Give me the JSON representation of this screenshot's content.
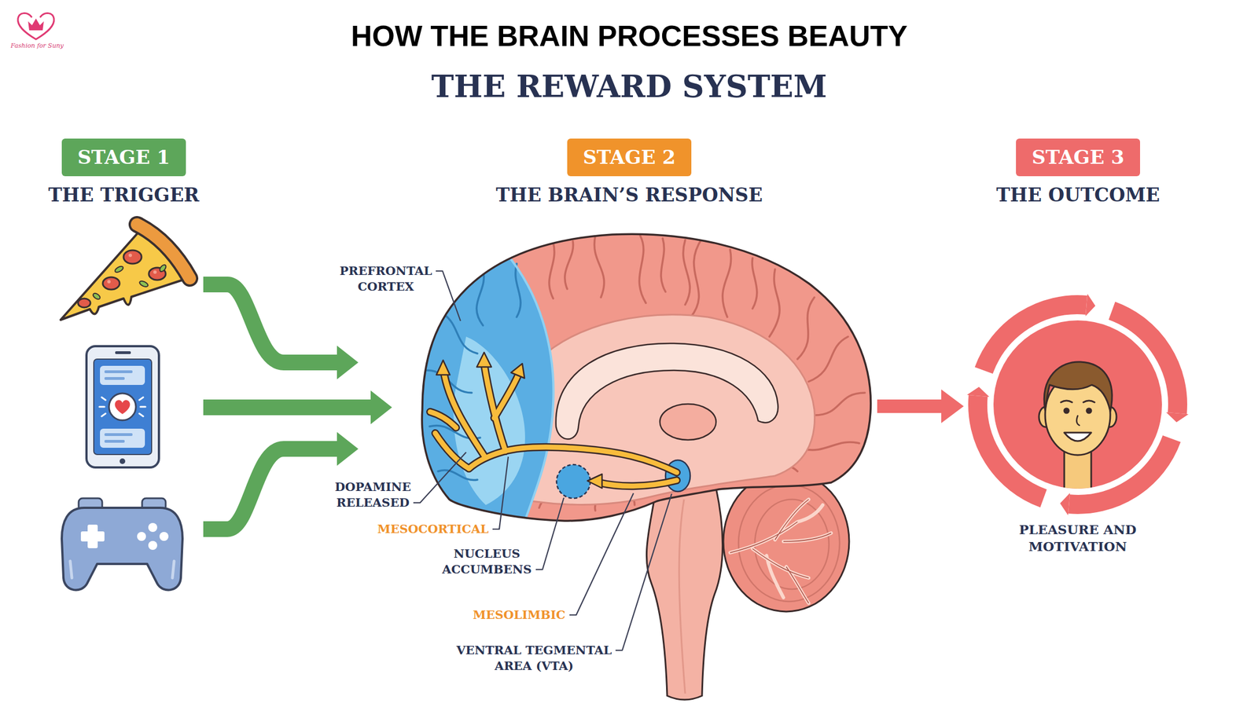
{
  "diagram": {
    "title": "HOW THE BRAIN PROCESSES BEAUTY",
    "nodes": [
      {
        "text": [
          "STAGE 1",
          "THE TRIGGER"
        ]
      },
      {
        "text": [
          "STAGE 2",
          "THE BRAIN’S RESPONSE"
        ]
      },
      {
        "text": [
          "STAGE 3",
          "THE OUTCOME"
        ]
      },
      {
        "text": [
          "PLEASURE AND MOTIVATION"
        ]
      }
    ],
    "labels": [
      "THE REWARD SYSTEM",
      "PREFRONTAL CORTEX",
      "DOPAMINE RELEASED",
      "MESOCORTICAL",
      "NUCLEUS ACCUMBENS",
      "MESOLIMBIC",
      "VENTRAL TEGMENTAL AREA (VTA)",
      "Fashion for Suny"
    ]
  }
}
